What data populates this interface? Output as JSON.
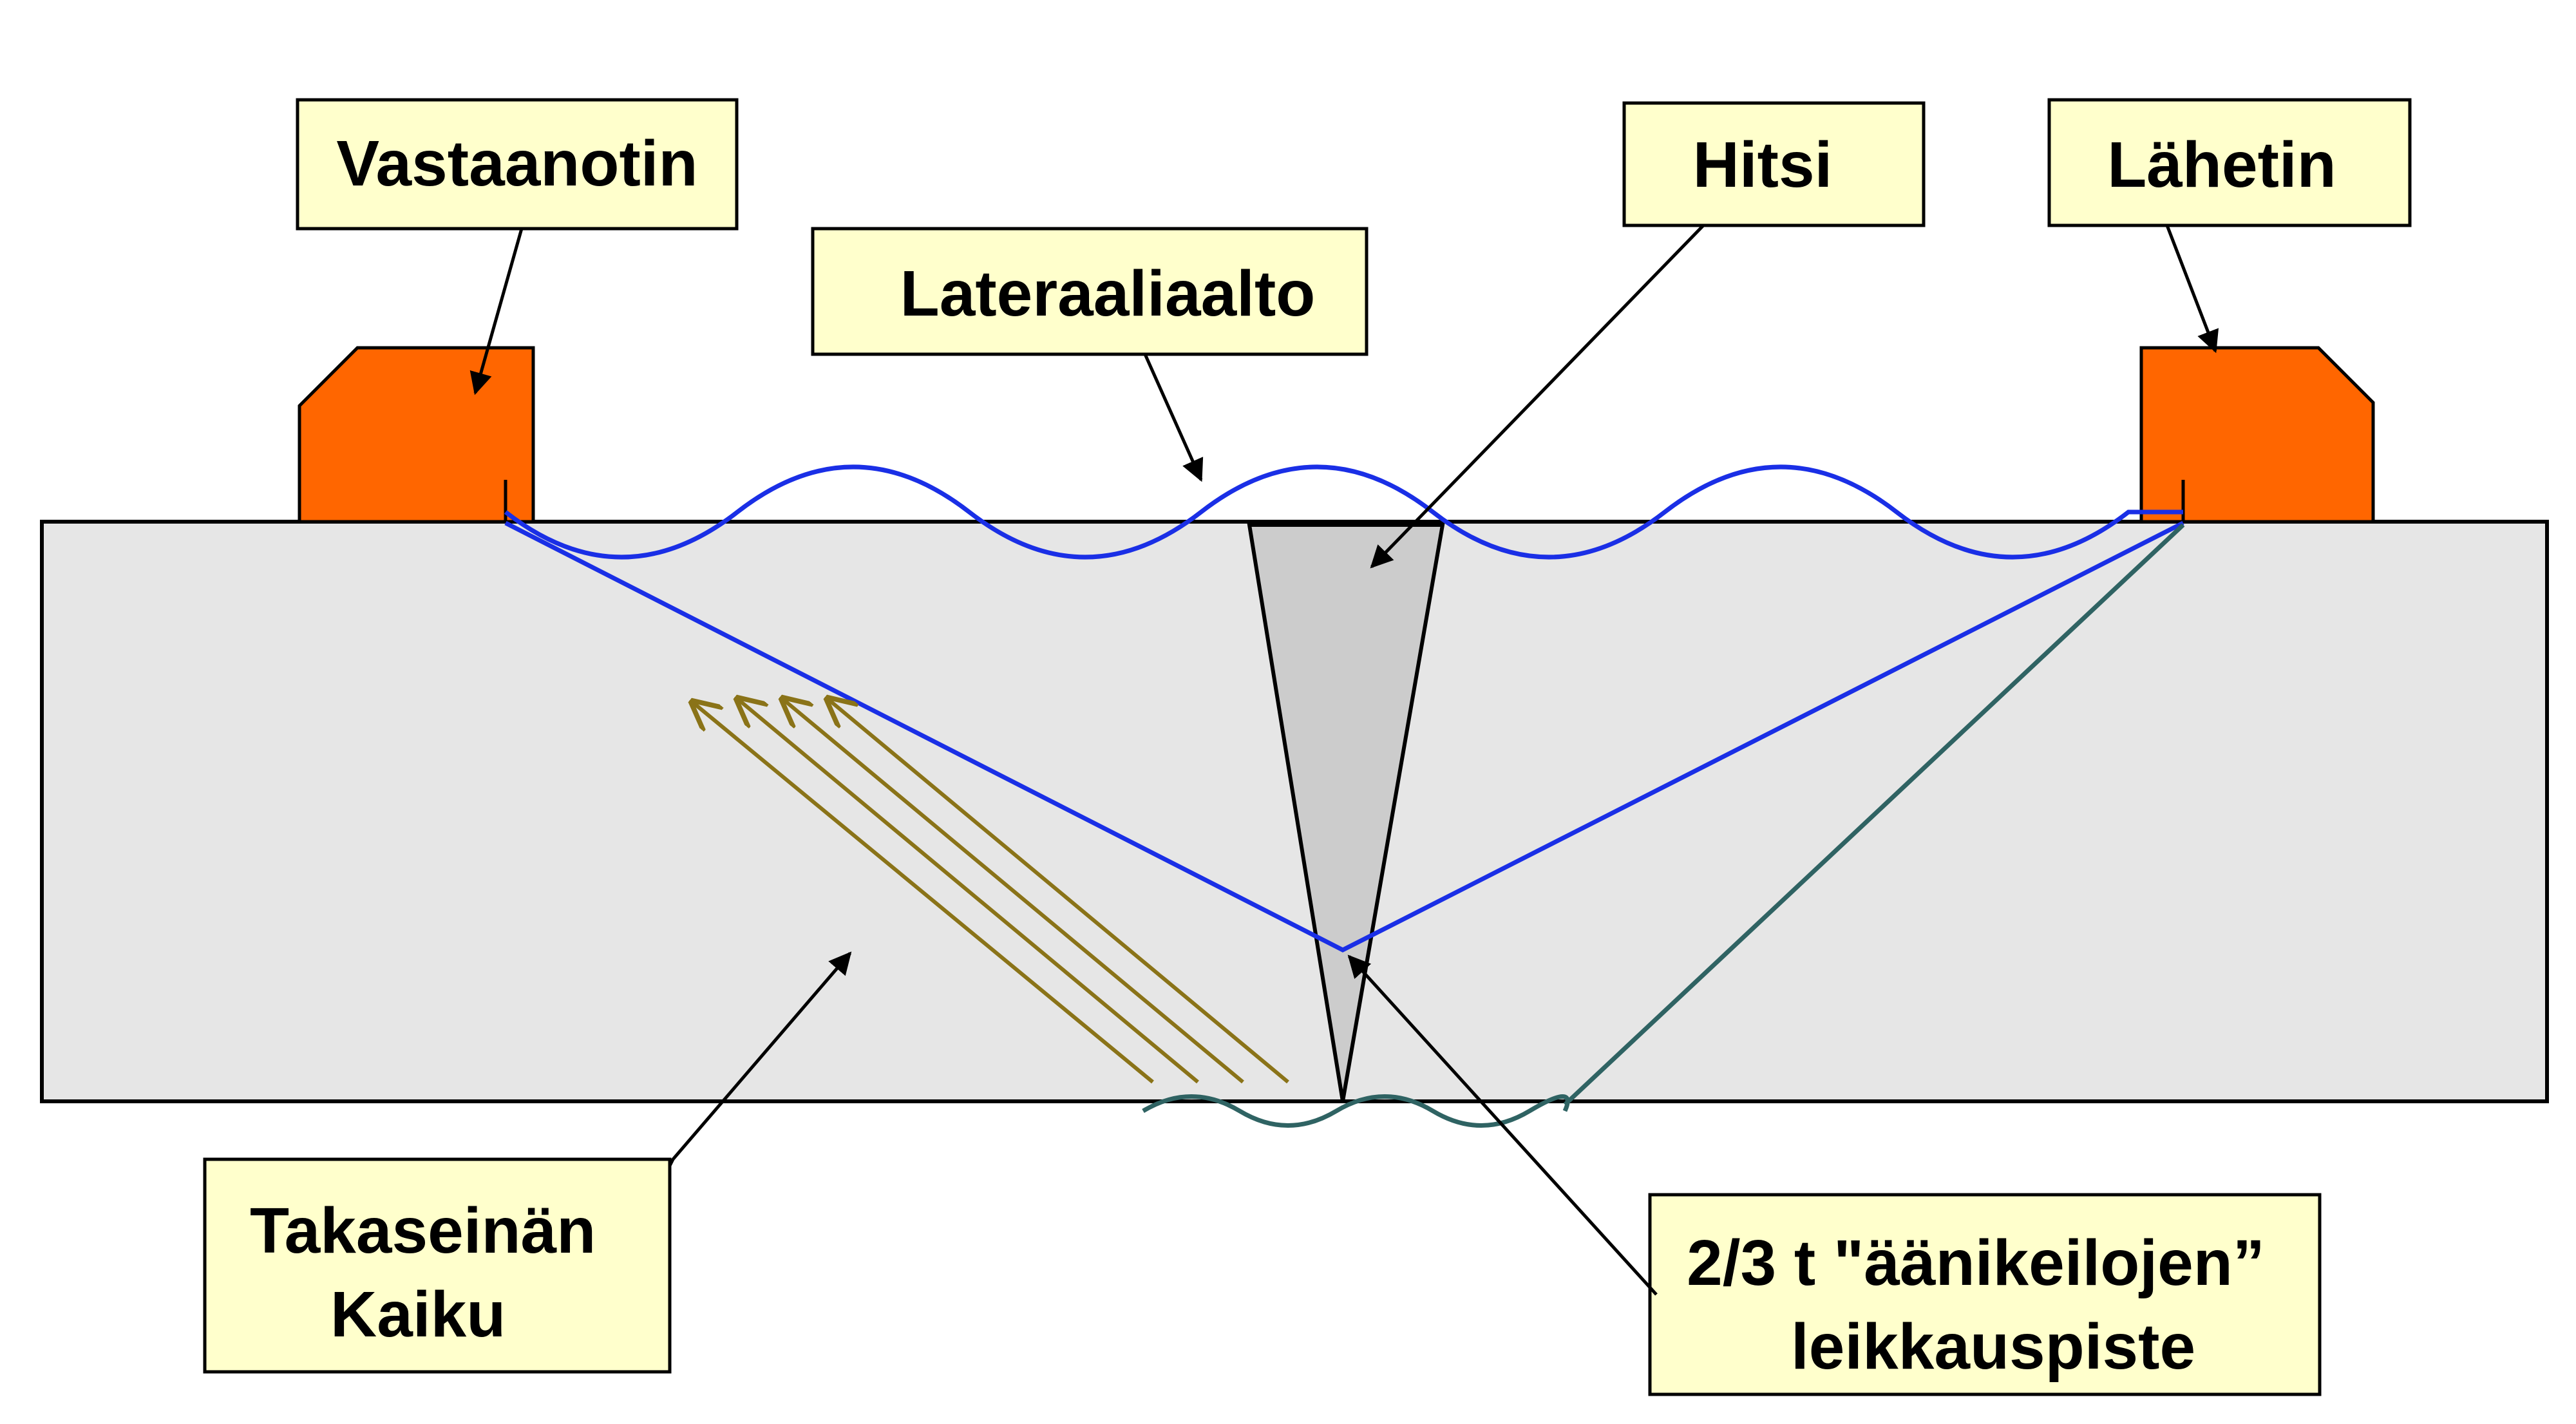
{
  "labels": {
    "receiver": "Vastaanotin",
    "lateral_wave": "Lateraaliaalto",
    "weld": "Hitsi",
    "transmitter": "Lähetin",
    "back_wall_echo_line1": "Takaseinän",
    "back_wall_echo_line2": "Kaiku",
    "intersection_line1": "2/3 t \"äänikeilojen”",
    "intersection_line2": "leikkauspiste"
  },
  "colors": {
    "probe": "#ff6600",
    "plate": "#e6e6e6",
    "weld": "#cccccc",
    "beam": "#1a2fe6",
    "back_wave": "#2f6363",
    "echo_arrows": "#8a7318",
    "label_bg": "#ffffcc"
  }
}
